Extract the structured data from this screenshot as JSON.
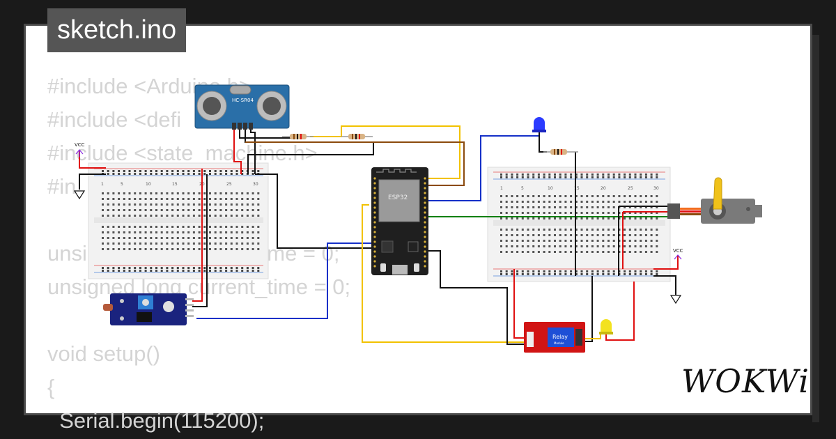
{
  "title": "sketch.ino",
  "code_lines": [
    "#include <Arduino.h>",
    "#include <defi",
    "#include <state_machine.h>",
    "#in",
    "",
    "unsi                              me = 0;",
    "unsigned long current_time = 0;",
    "",
    "void setup()",
    "{",
    "  Serial.begin(115200);"
  ],
  "components": {
    "ultrasonic": "HC-SR04",
    "mcu": "ESP32",
    "relay": "Relay",
    "relay_sub": "Module",
    "vcc_left": "VCC",
    "vcc_right": "VCC"
  },
  "brand": "WOKWi",
  "colors": {
    "wire_red": "#e01010",
    "wire_black": "#111111",
    "wire_yellow": "#f2c200",
    "wire_blue": "#1530c8",
    "wire_green": "#108010",
    "wire_brown": "#8b4a0c",
    "esp32_body": "#1f1f1f",
    "relay_body": "#d11414",
    "hcsr04_body": "#2a6fa8"
  }
}
